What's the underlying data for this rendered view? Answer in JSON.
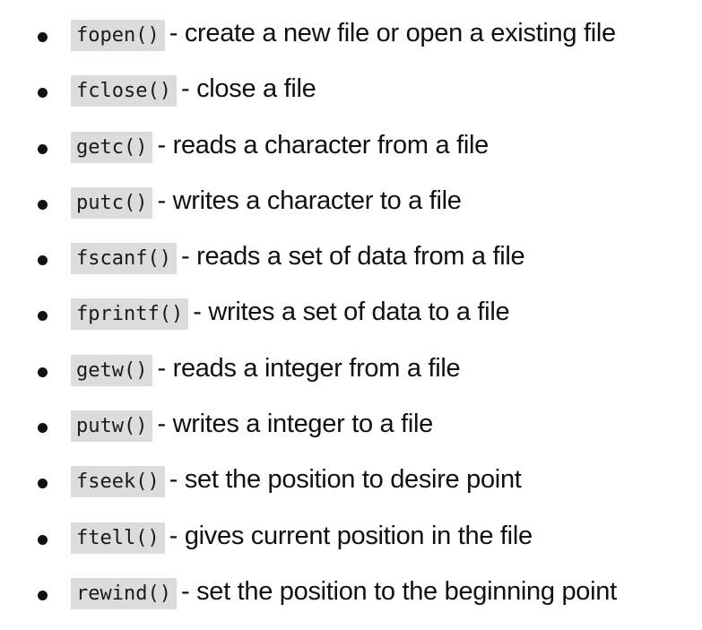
{
  "functions": [
    {
      "code": "fopen()",
      "description": "- create a new file or open a existing file"
    },
    {
      "code": "fclose()",
      "description": "- close a file"
    },
    {
      "code": "getc()",
      "description": "- reads a character from a file"
    },
    {
      "code": "putc()",
      "description": "- writes a character to a file"
    },
    {
      "code": "fscanf()",
      "description": "- reads a set of data from a file"
    },
    {
      "code": "fprintf()",
      "description": "- writes a set of data to a file"
    },
    {
      "code": "getw()",
      "description": "- reads a integer from a file"
    },
    {
      "code": "putw()",
      "description": "- writes a integer to a file"
    },
    {
      "code": "fseek()",
      "description": "- set the position to desire point"
    },
    {
      "code": "ftell()",
      "description": "- gives current position in the file"
    },
    {
      "code": "rewind()",
      "description": "- set the position to the beginning point"
    }
  ]
}
